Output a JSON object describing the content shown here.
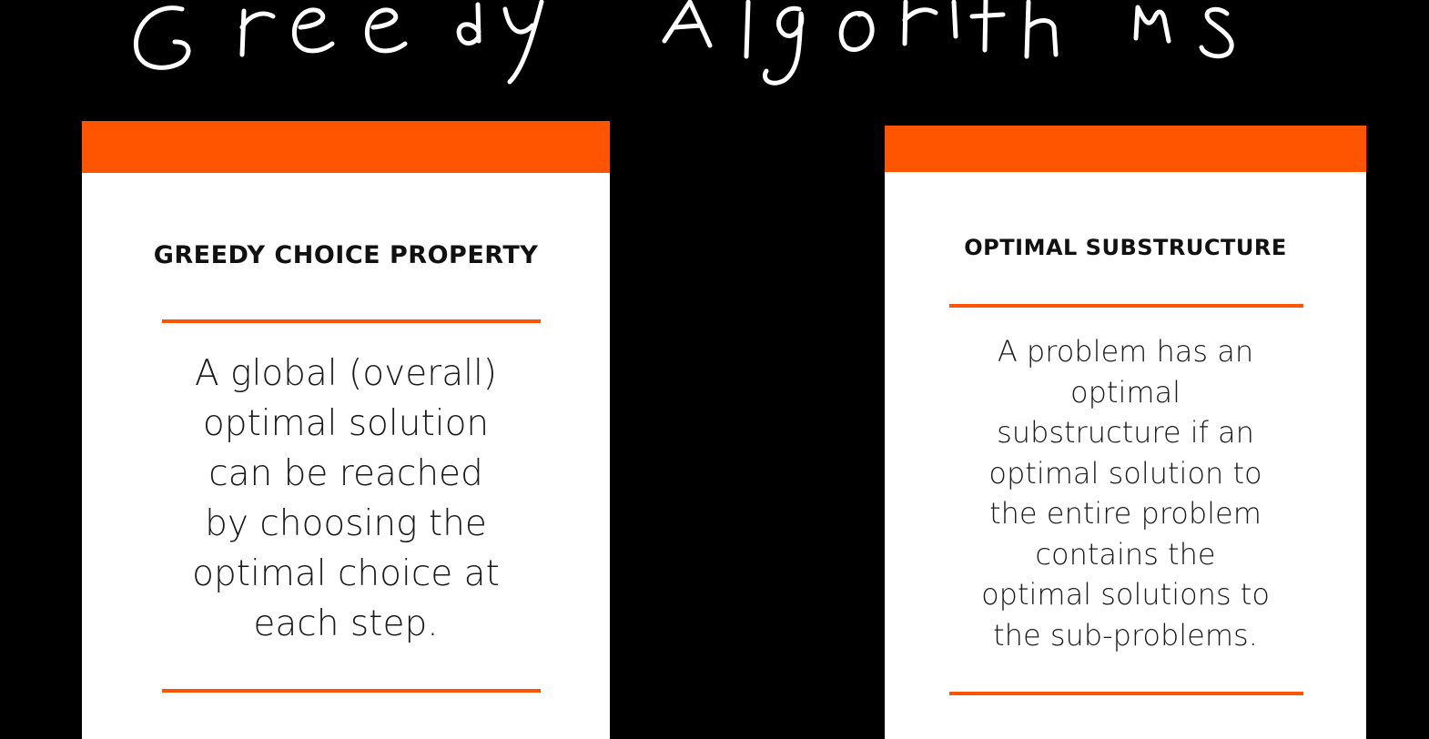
{
  "title": "Greedy Algorithms",
  "colors": {
    "background": "#000000",
    "accent": "#ff5500",
    "card": "#ffffff",
    "handwriting": "#ffffff"
  },
  "cards": [
    {
      "heading": "GREEDY CHOICE PROPERTY",
      "body_lines": [
        "A global (overall)",
        "optimal solution",
        "can be reached",
        "by choosing the",
        "optimal choice at",
        "each step."
      ]
    },
    {
      "heading": "OPTIMAL SUBSTRUCTURE",
      "body_lines": [
        "A problem has an",
        "optimal",
        "substructure if an",
        "optimal solution to",
        "the entire problem",
        "contains the",
        "optimal solutions to",
        "the sub-problems."
      ]
    }
  ]
}
